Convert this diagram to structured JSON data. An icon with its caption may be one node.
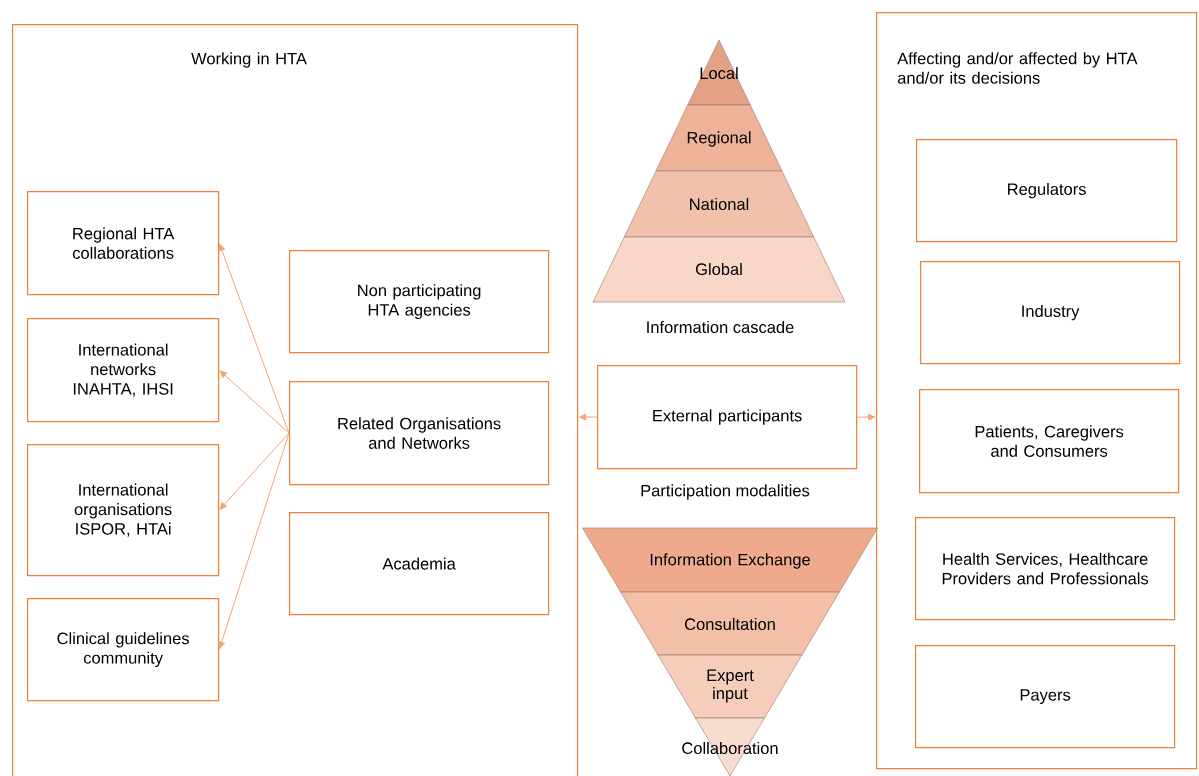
{
  "diagram": {
    "nodes": [
      {
        "text": [
          "Working in HTA"
        ]
      },
      {
        "text": [
          "Regional HTA collaborations"
        ],
        "in": 0
      },
      {
        "text": [
          "International networks INAHTA, IHSI"
        ],
        "in": 0
      },
      {
        "text": [
          "International organisations ISPOR, HTAi"
        ],
        "in": 0
      },
      {
        "text": [
          "Clinical guidelines community"
        ],
        "in": 0
      },
      {
        "text": [
          "Non participating HTA agencies"
        ],
        "in": 0
      },
      {
        "text": [
          "Related Organisations and Networks"
        ],
        "in": 0
      },
      {
        "text": [
          "Academia"
        ],
        "in": 0
      },
      {
        "text": [
          "Local"
        ]
      },
      {
        "text": [
          "Regional"
        ]
      },
      {
        "text": [
          "National"
        ]
      },
      {
        "text": [
          "Global"
        ]
      },
      {
        "text": [
          "External participants"
        ]
      },
      {
        "text": [
          "Information Exchange"
        ]
      },
      {
        "text": [
          "Consultation"
        ]
      },
      {
        "text": [
          "Expert input"
        ]
      },
      {
        "text": [
          "Collaboration"
        ]
      },
      {
        "text": [
          "Affecting and/or affected by HTA and/or its decisions"
        ]
      },
      {
        "text": [
          "Regulators"
        ],
        "in": 17
      },
      {
        "text": [
          "Industry"
        ],
        "in": 17
      },
      {
        "text": [
          "Patients, Caregivers and Consumers"
        ],
        "in": 17
      },
      {
        "text": [
          "Health Services, Healthcare Providers and Professionals"
        ],
        "in": 17
      },
      {
        "text": [
          "Payers"
        ],
        "in": 17
      }
    ],
    "edges": [
      {
        "from": 6,
        "to": 1,
        "arrow": "to"
      },
      {
        "from": 6,
        "to": 2,
        "arrow": "to"
      },
      {
        "from": 6,
        "to": 3,
        "arrow": "to"
      },
      {
        "from": 6,
        "to": 4,
        "arrow": "to"
      },
      {
        "from": 12,
        "to": 0,
        "arrow": "to"
      },
      {
        "from": 12,
        "to": 17,
        "arrow": "to"
      }
    ],
    "labels": [
      "Information cascade",
      "Participation modalities"
    ]
  }
}
